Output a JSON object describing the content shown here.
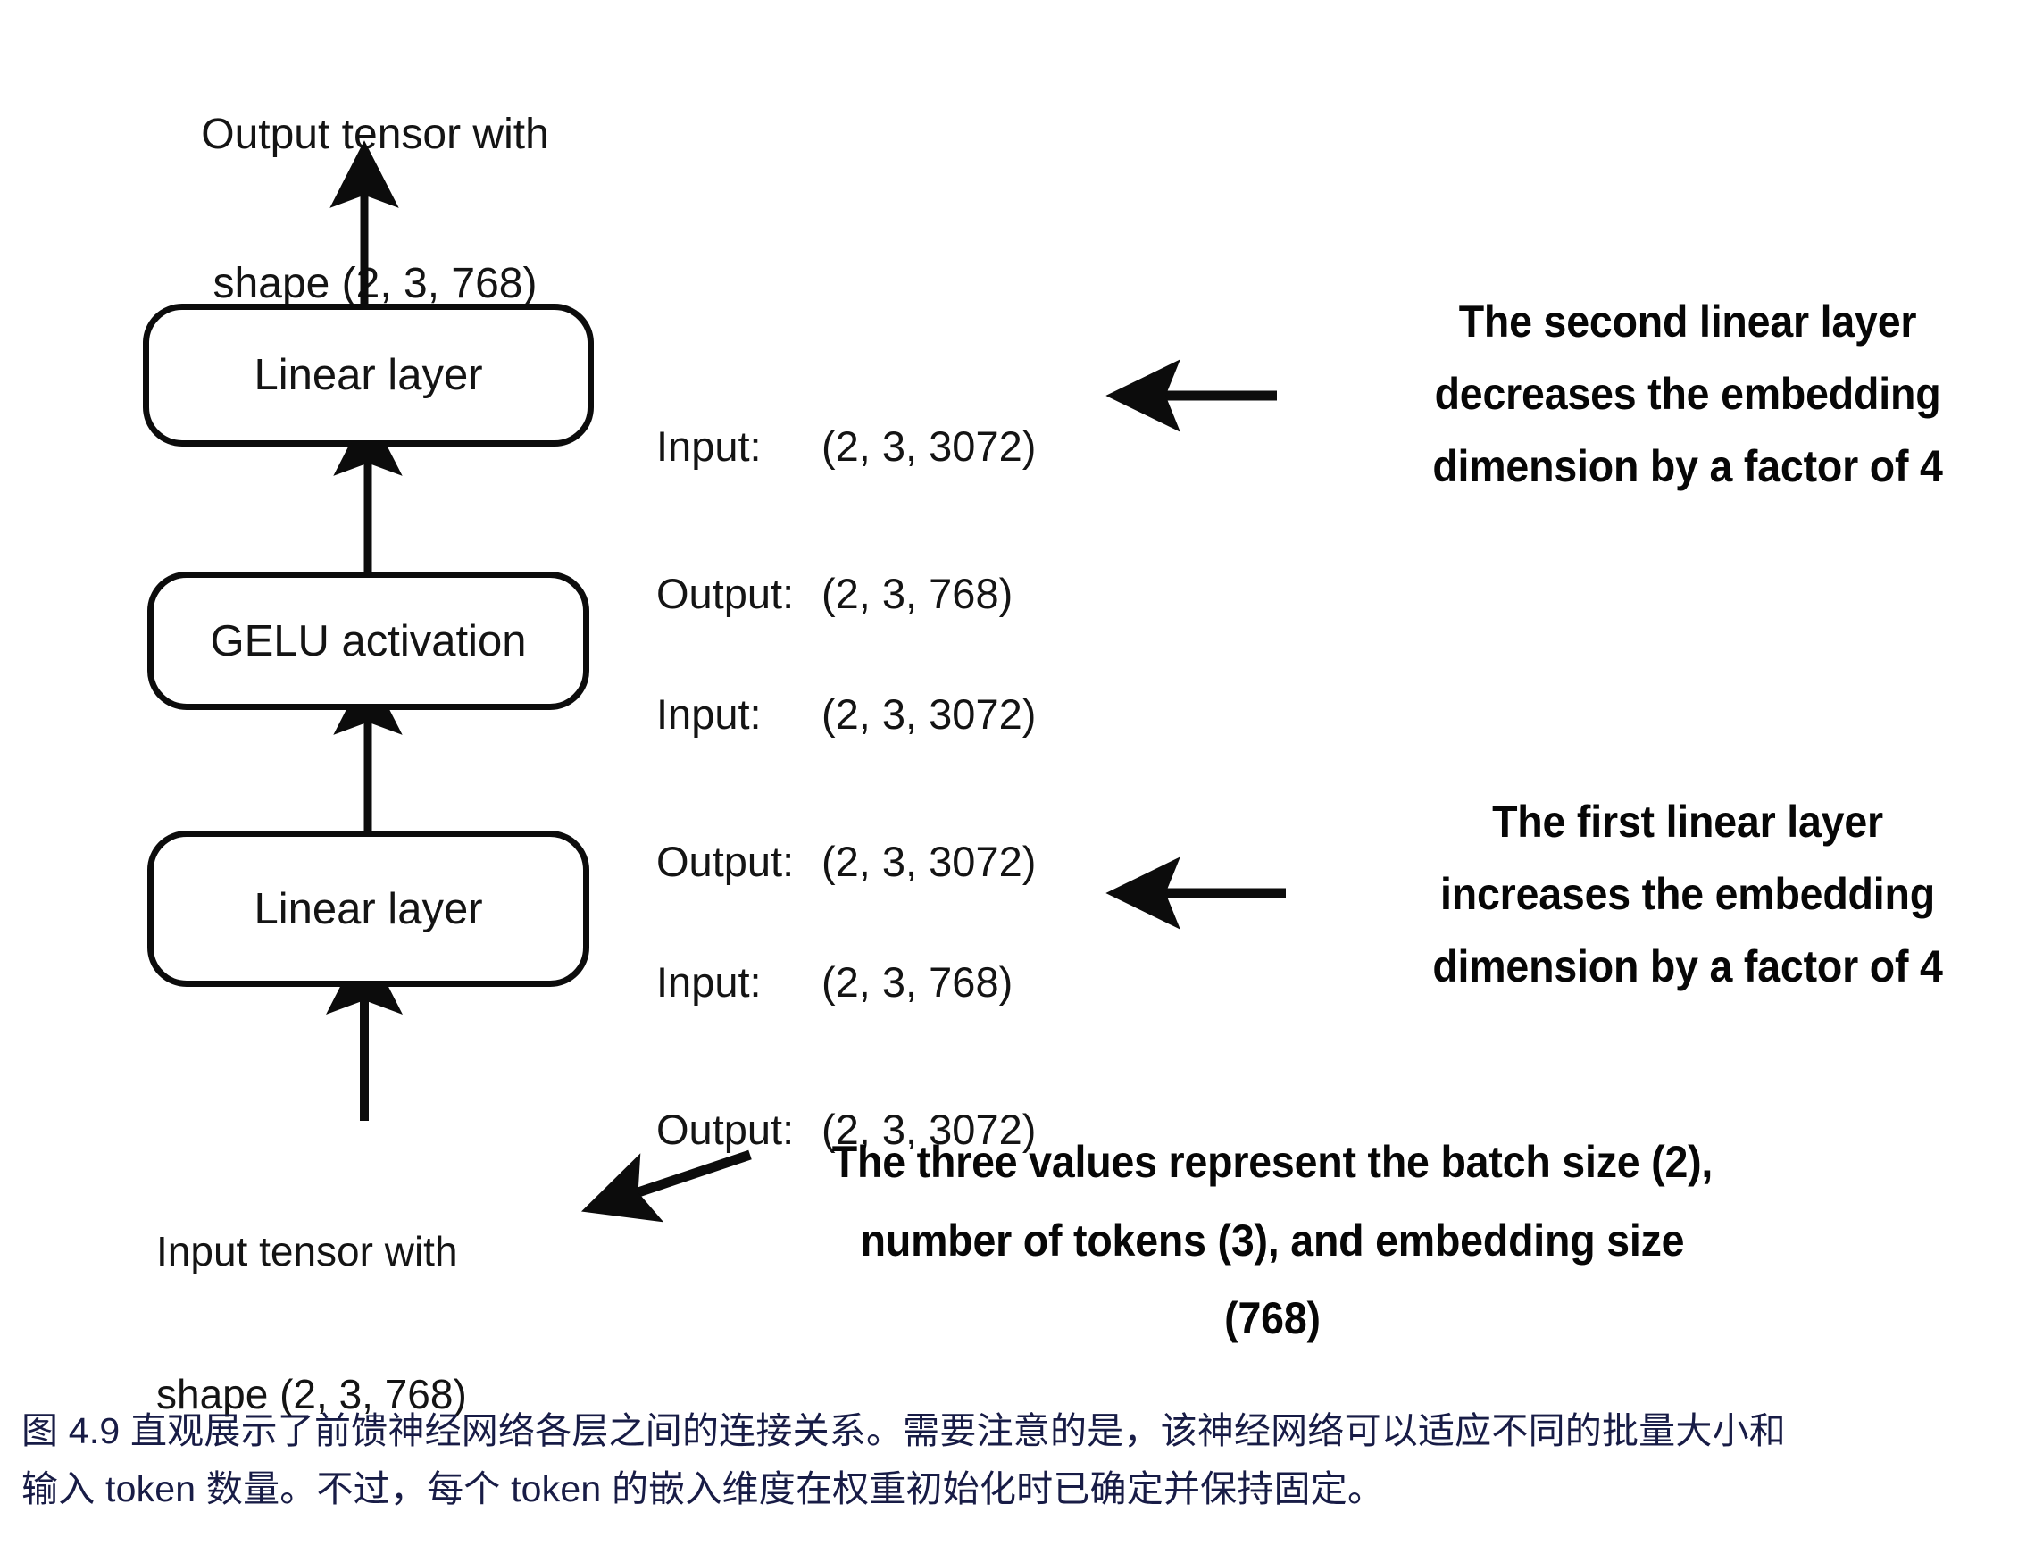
{
  "figure": {
    "top_label": {
      "line1": "Output tensor with",
      "line2": "shape (2, 3, 768)"
    },
    "bottom_label": {
      "line1": "Input tensor with",
      "line2": "shape (2, 3, 768)"
    },
    "nodes": [
      {
        "id": "linear-2",
        "label": "Linear layer"
      },
      {
        "id": "gelu",
        "label": "GELU activation"
      },
      {
        "id": "linear-1",
        "label": "Linear layer"
      }
    ],
    "io_blocks": [
      {
        "id": "io-linear-2",
        "input_key": "Input:",
        "input_value": "(2, 3, 3072)",
        "output_key": "Output:",
        "output_value": "(2, 3, 768)"
      },
      {
        "id": "io-gelu",
        "input_key": "Input:",
        "input_value": "(2, 3, 3072)",
        "output_key": "Output:",
        "output_value": "(2, 3, 3072)"
      },
      {
        "id": "io-linear-1",
        "input_key": "Input:",
        "input_value": "(2, 3, 768)",
        "output_key": "Output:",
        "output_value": "(2, 3, 3072)"
      }
    ],
    "callouts": [
      {
        "id": "callout-second-linear",
        "line1": "The second linear layer",
        "line2": "decreases the embedding",
        "line3": "dimension by a factor of 4"
      },
      {
        "id": "callout-first-linear",
        "line1": "The first linear layer",
        "line2": "increases the embedding",
        "line3": "dimension by a factor of 4"
      },
      {
        "id": "callout-three-values",
        "line1": "The three values represent the batch size (2),",
        "line2": "number of tokens (3), and embedding size",
        "line3": "(768)"
      }
    ],
    "colors": {
      "stroke": "#0c0c0c",
      "text": "#141414",
      "callout_text": "#070707",
      "caption_text": "#181c46",
      "background": "#ffffff"
    }
  },
  "caption": {
    "line1": "图 4.9 直观展示了前馈神经网络各层之间的连接关系。需要注意的是，该神经网络可以适应不同的批量大小和",
    "line2": "输入 token 数量。不过，每个 token 的嵌入维度在权重初始化时已确定并保持固定。"
  }
}
